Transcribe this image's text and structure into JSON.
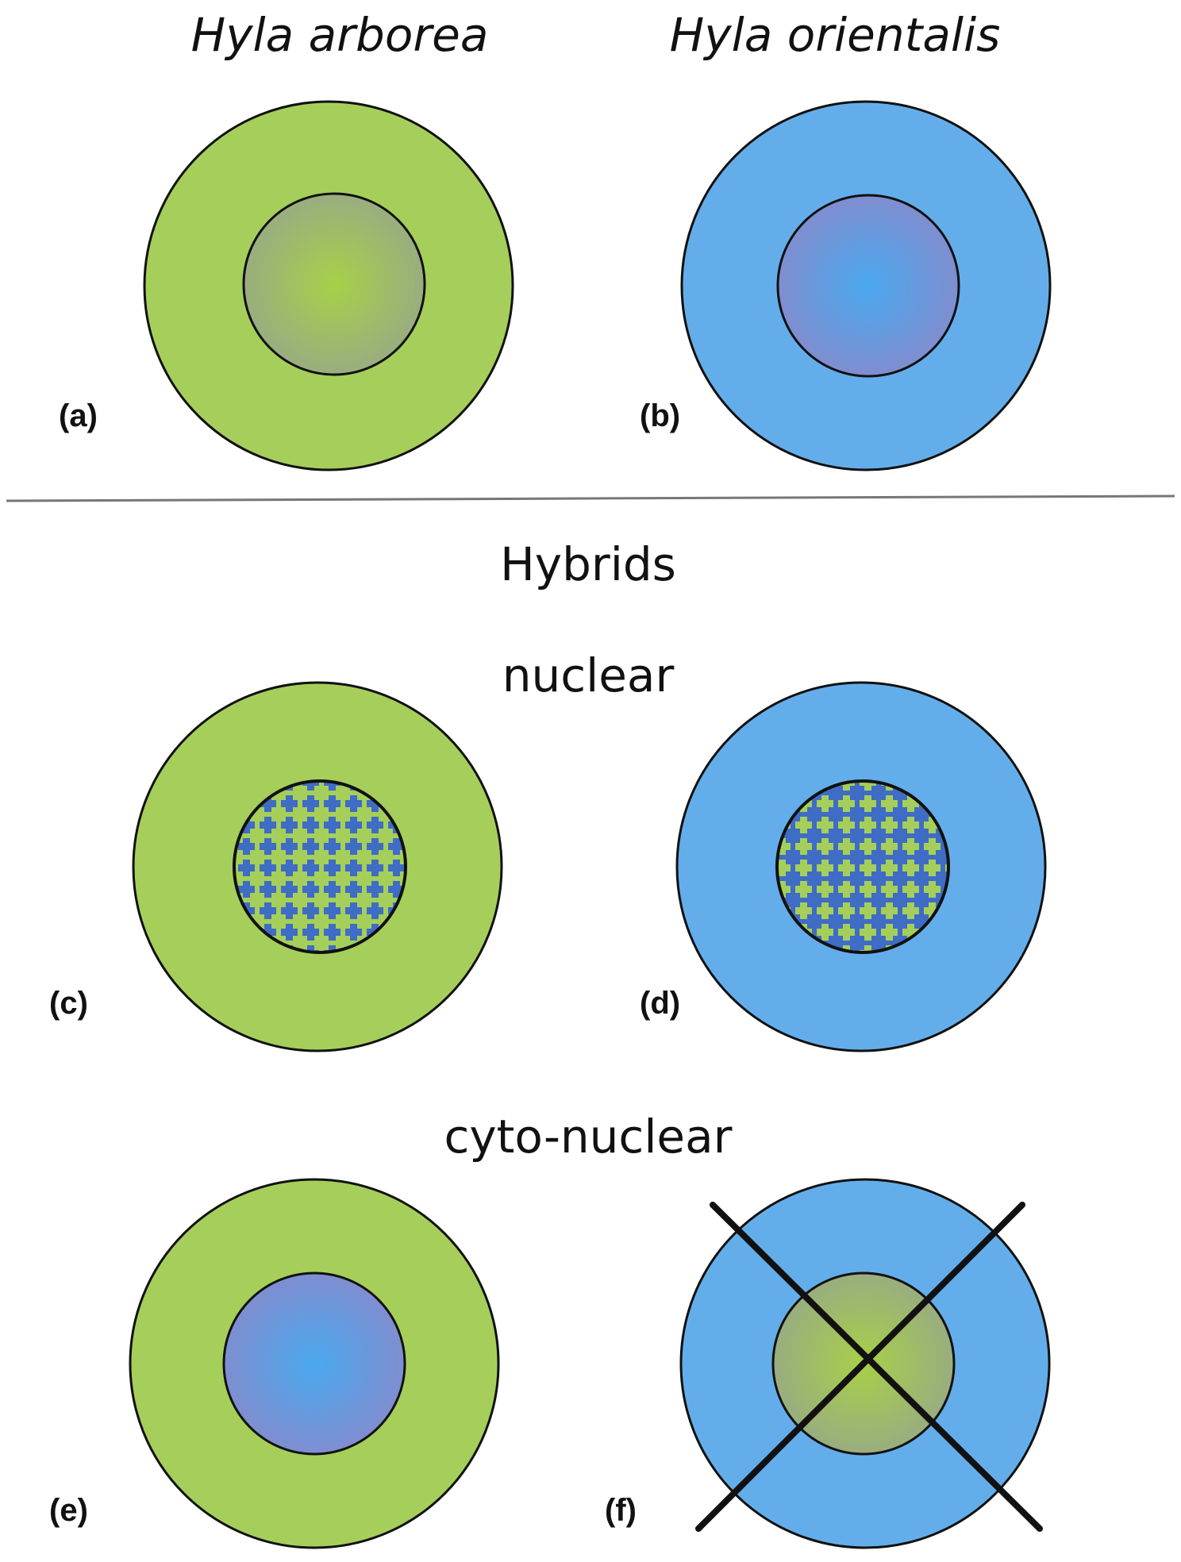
{
  "headers": {
    "left": "Hyla arborea",
    "right": "Hyla orientalis"
  },
  "sections": {
    "hybrids": "Hybrids",
    "nuclear": "nuclear",
    "cyto_nuclear": "cyto-nuclear"
  },
  "panels": [
    {
      "id": "a",
      "label": "(a)",
      "cytoplasm": "green",
      "nucleus": "green-gradient",
      "crossed": false
    },
    {
      "id": "b",
      "label": "(b)",
      "cytoplasm": "blue",
      "nucleus": "blue-gradient",
      "crossed": false
    },
    {
      "id": "c",
      "label": "(c)",
      "cytoplasm": "green",
      "nucleus": "blue-green-pattern",
      "crossed": false
    },
    {
      "id": "d",
      "label": "(d)",
      "cytoplasm": "blue",
      "nucleus": "green-blue-pattern",
      "crossed": false
    },
    {
      "id": "e",
      "label": "(e)",
      "cytoplasm": "green",
      "nucleus": "blue-gradient",
      "crossed": false
    },
    {
      "id": "f",
      "label": "(f)",
      "cytoplasm": "blue",
      "nucleus": "green-gradient",
      "crossed": true
    }
  ],
  "colors": {
    "green": "#a5cf5a",
    "blue": "#63aeea",
    "pattern_blue": "#3f6cc4",
    "pattern_green": "#a5cf5a",
    "outline": "#111111"
  }
}
